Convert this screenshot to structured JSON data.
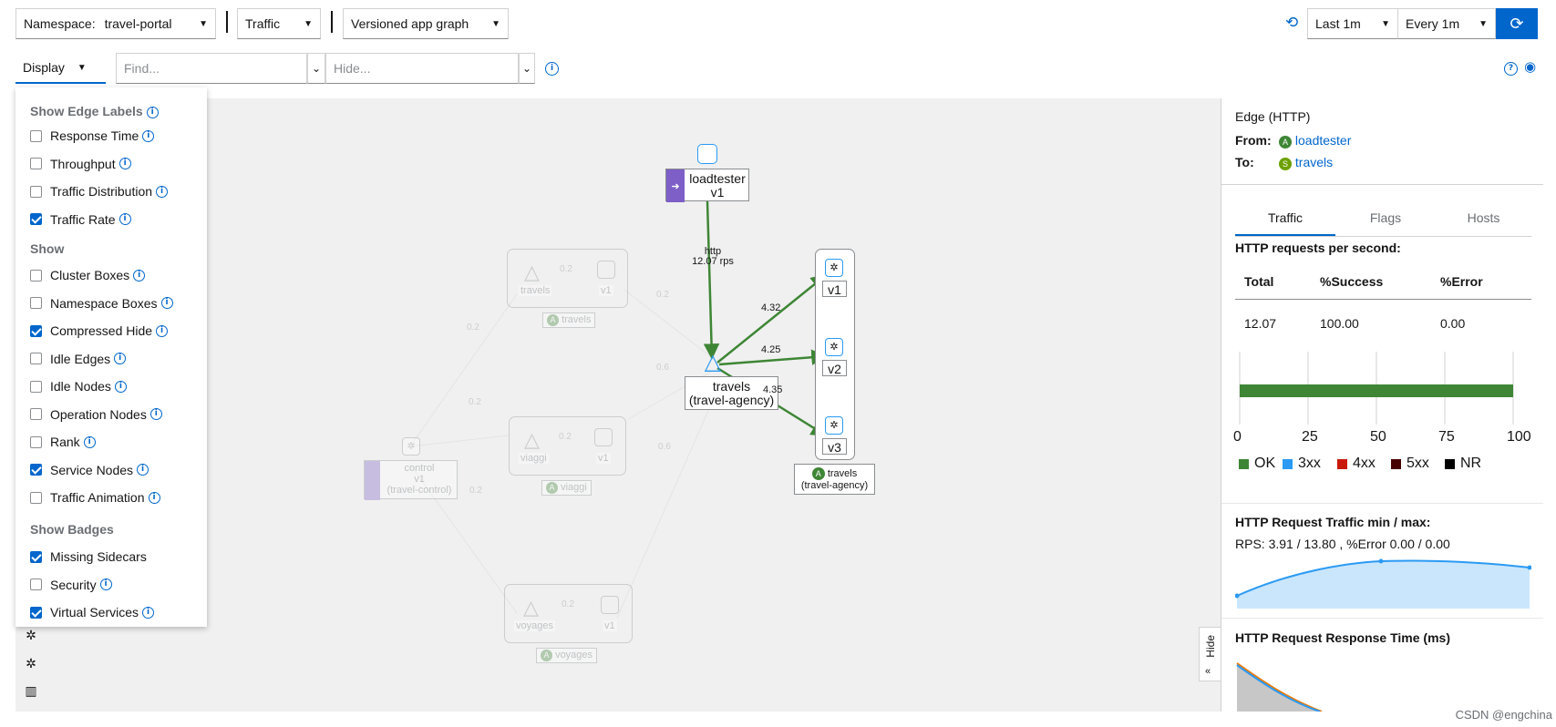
{
  "toolbar": {
    "namespace_label": "Namespace:",
    "namespace_value": "travel-portal",
    "graph_mode": "Traffic",
    "graph_type": "Versioned app graph",
    "duration": "Last 1m",
    "refresh": "Every 1m"
  },
  "filters": {
    "display_label": "Display",
    "find_placeholder": "Find...",
    "hide_placeholder": "Hide..."
  },
  "display_panel": {
    "edge_labels_heading": "Show Edge Labels",
    "edge_labels": [
      {
        "label": "Response Time",
        "checked": false,
        "info": true
      },
      {
        "label": "Throughput",
        "checked": false,
        "info": true
      },
      {
        "label": "Traffic Distribution",
        "checked": false,
        "info": true
      },
      {
        "label": "Traffic Rate",
        "checked": true,
        "info": true
      }
    ],
    "show_heading": "Show",
    "show": [
      {
        "label": "Cluster Boxes",
        "checked": false,
        "info": true
      },
      {
        "label": "Namespace Boxes",
        "checked": false,
        "info": true
      },
      {
        "label": "Compressed Hide",
        "checked": true,
        "info": true
      },
      {
        "label": "Idle Edges",
        "checked": false,
        "info": true
      },
      {
        "label": "Idle Nodes",
        "checked": false,
        "info": true
      },
      {
        "label": "Operation Nodes",
        "checked": false,
        "info": true
      },
      {
        "label": "Rank",
        "checked": false,
        "info": true
      },
      {
        "label": "Service Nodes",
        "checked": true,
        "info": true
      },
      {
        "label": "Traffic Animation",
        "checked": false,
        "info": true
      }
    ],
    "badges_heading": "Show Badges",
    "badges": [
      {
        "label": "Missing Sidecars",
        "checked": true,
        "info": false
      },
      {
        "label": "Security",
        "checked": false,
        "info": true
      },
      {
        "label": "Virtual Services",
        "checked": true,
        "info": true
      }
    ]
  },
  "graph": {
    "loadtester": {
      "name": "loadtester",
      "version": "v1"
    },
    "edge_main": {
      "protocol": "http",
      "rate": "12.07 rps"
    },
    "travels_service": {
      "name": "travels",
      "ns": "(travel-agency)"
    },
    "travels_app": {
      "badge": "A",
      "name": "travels",
      "ns": "(travel-agency)"
    },
    "versions": [
      "v1",
      "v2",
      "v3"
    ],
    "edge_rates": [
      "4.32",
      "4.25",
      "4.35"
    ],
    "faint": {
      "travels": {
        "name": "travels",
        "version": "v1",
        "app": "travels",
        "badge": "A",
        "rate": "0.2"
      },
      "viaggi": {
        "name": "viaggi",
        "version": "v1",
        "app": "viaggi",
        "badge": "A",
        "rate": "0.2"
      },
      "voyages": {
        "name": "voyages",
        "version": "v1",
        "app": "voyages",
        "badge": "A",
        "rate": "0.2"
      },
      "control": {
        "name": "control",
        "version": "v1",
        "ns": "(travel-control)"
      },
      "edge_labels": [
        "0.2",
        "0.2",
        "0.2",
        "0.2",
        "0.6",
        "0.6"
      ]
    },
    "hide_label": "Hide"
  },
  "side_panel": {
    "title": "Edge (HTTP)",
    "from_label": "From:",
    "from_badge": "A",
    "from_value": "loadtester",
    "to_label": "To:",
    "to_badge": "S",
    "to_value": "travels",
    "tabs": [
      "Traffic",
      "Flags",
      "Hosts"
    ],
    "rps_heading": "HTTP requests per second:",
    "table_headers": [
      "Total",
      "%Success",
      "%Error"
    ],
    "table_row": [
      "12.07",
      "100.00",
      "0.00"
    ],
    "bar_ticks": [
      "0",
      "25",
      "50",
      "75",
      "100"
    ],
    "ok_percent": 100,
    "legend": [
      {
        "label": "OK",
        "color": "#3e8635"
      },
      {
        "label": "3xx",
        "color": "#2b9af3"
      },
      {
        "label": "4xx",
        "color": "#c9190b"
      },
      {
        "label": "5xx",
        "color": "#470000"
      },
      {
        "label": "NR",
        "color": "#000000"
      }
    ],
    "traffic_heading": "HTTP Request Traffic min / max:",
    "traffic_summary": "RPS: 3.91 / 13.80 , %Error 0.00 / 0.00",
    "response_heading": "HTTP Request Response Time (ms)"
  },
  "colors": {
    "accent": "#0066cc",
    "edge_green": "#3e8635",
    "app_purple": "#7d5fc7"
  },
  "watermark": "CSDN @engchina"
}
